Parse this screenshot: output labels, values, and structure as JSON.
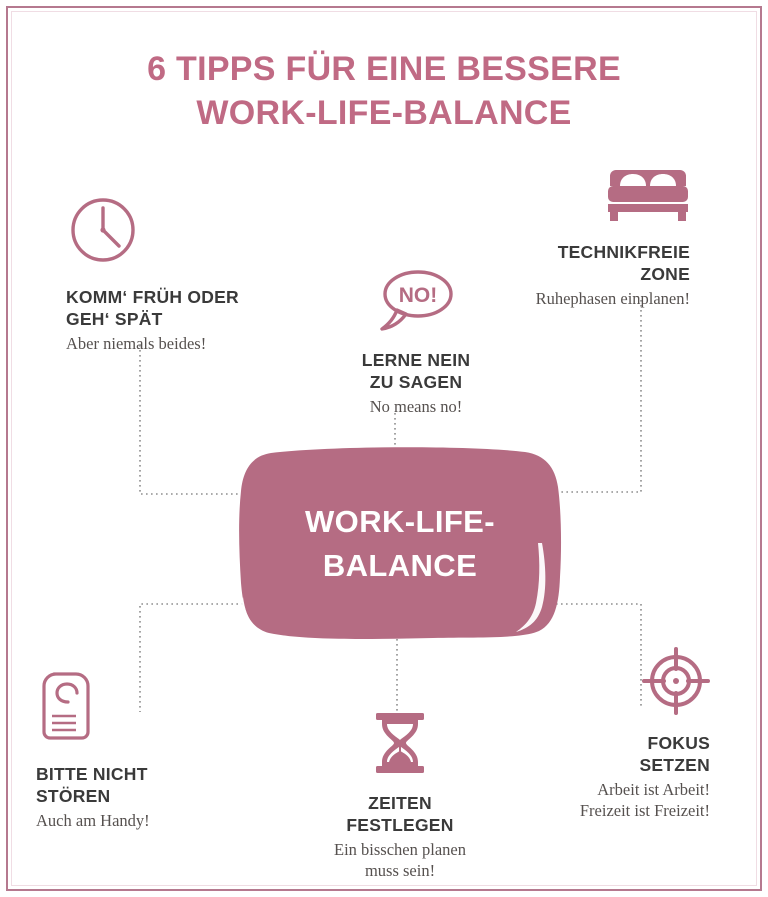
{
  "page": {
    "title_line1": "6 TIPPS FÜR EINE BESSERE",
    "title_line2": "WORK-LIFE-BALANCE",
    "title_color": "#c06a84",
    "frame_color": "#b5798f",
    "background": "#ffffff"
  },
  "center_badge": {
    "line1": "WORK-LIFE-",
    "line2": "BALANCE",
    "fill_color": "#b56c83",
    "text_color": "#ffffff",
    "shape": "brush-stroke-rounded-rectangle"
  },
  "tips": [
    {
      "id": "komm-frueh",
      "icon": "clock-icon",
      "icon_color": "#b56c83",
      "heading_line1": "KOMM‘ FRÜH ODER",
      "heading_line2": "GEH‘ SPÄT",
      "subtitle": "Aber niemals beides!",
      "align": "left",
      "position": "top-left"
    },
    {
      "id": "lerne-nein",
      "icon": "speech-bubble-no-icon",
      "icon_color": "#b56c83",
      "icon_text": "NO!",
      "heading_line1": "LERNE NEIN",
      "heading_line2": "ZU SAGEN",
      "subtitle": "No means no!",
      "align": "center",
      "position": "top-center"
    },
    {
      "id": "technikfreie-zone",
      "icon": "bed-icon",
      "icon_color": "#b56c83",
      "heading_line1": "TECHNIKFREIE",
      "heading_line2": "ZONE",
      "subtitle": "Ruhephasen einplanen!",
      "align": "right",
      "position": "top-right"
    },
    {
      "id": "bitte-nicht-stoeren",
      "icon": "door-hanger-icon",
      "icon_color": "#b56c83",
      "heading_line1": "BITTE NICHT",
      "heading_line2": "STÖREN",
      "subtitle": "Auch am Handy!",
      "align": "left",
      "position": "bottom-left"
    },
    {
      "id": "zeiten-festlegen",
      "icon": "hourglass-icon",
      "icon_color": "#b56c83",
      "heading_line1": "ZEITEN",
      "heading_line2": "FESTLEGEN",
      "subtitle_line1": "Ein bisschen planen",
      "subtitle_line2": "muss sein!",
      "align": "center",
      "position": "bottom-center"
    },
    {
      "id": "fokus-setzen",
      "icon": "target-crosshair-icon",
      "icon_color": "#b56c83",
      "heading_line1": "FOKUS",
      "heading_line2": "SETZEN",
      "subtitle_line1": "Arbeit ist Arbeit!",
      "subtitle_line2": "Freizeit ist Freizeit!",
      "align": "right",
      "position": "bottom-right"
    }
  ],
  "connectors": {
    "style": "dotted",
    "color": "#8a8a8a",
    "count": 6
  }
}
